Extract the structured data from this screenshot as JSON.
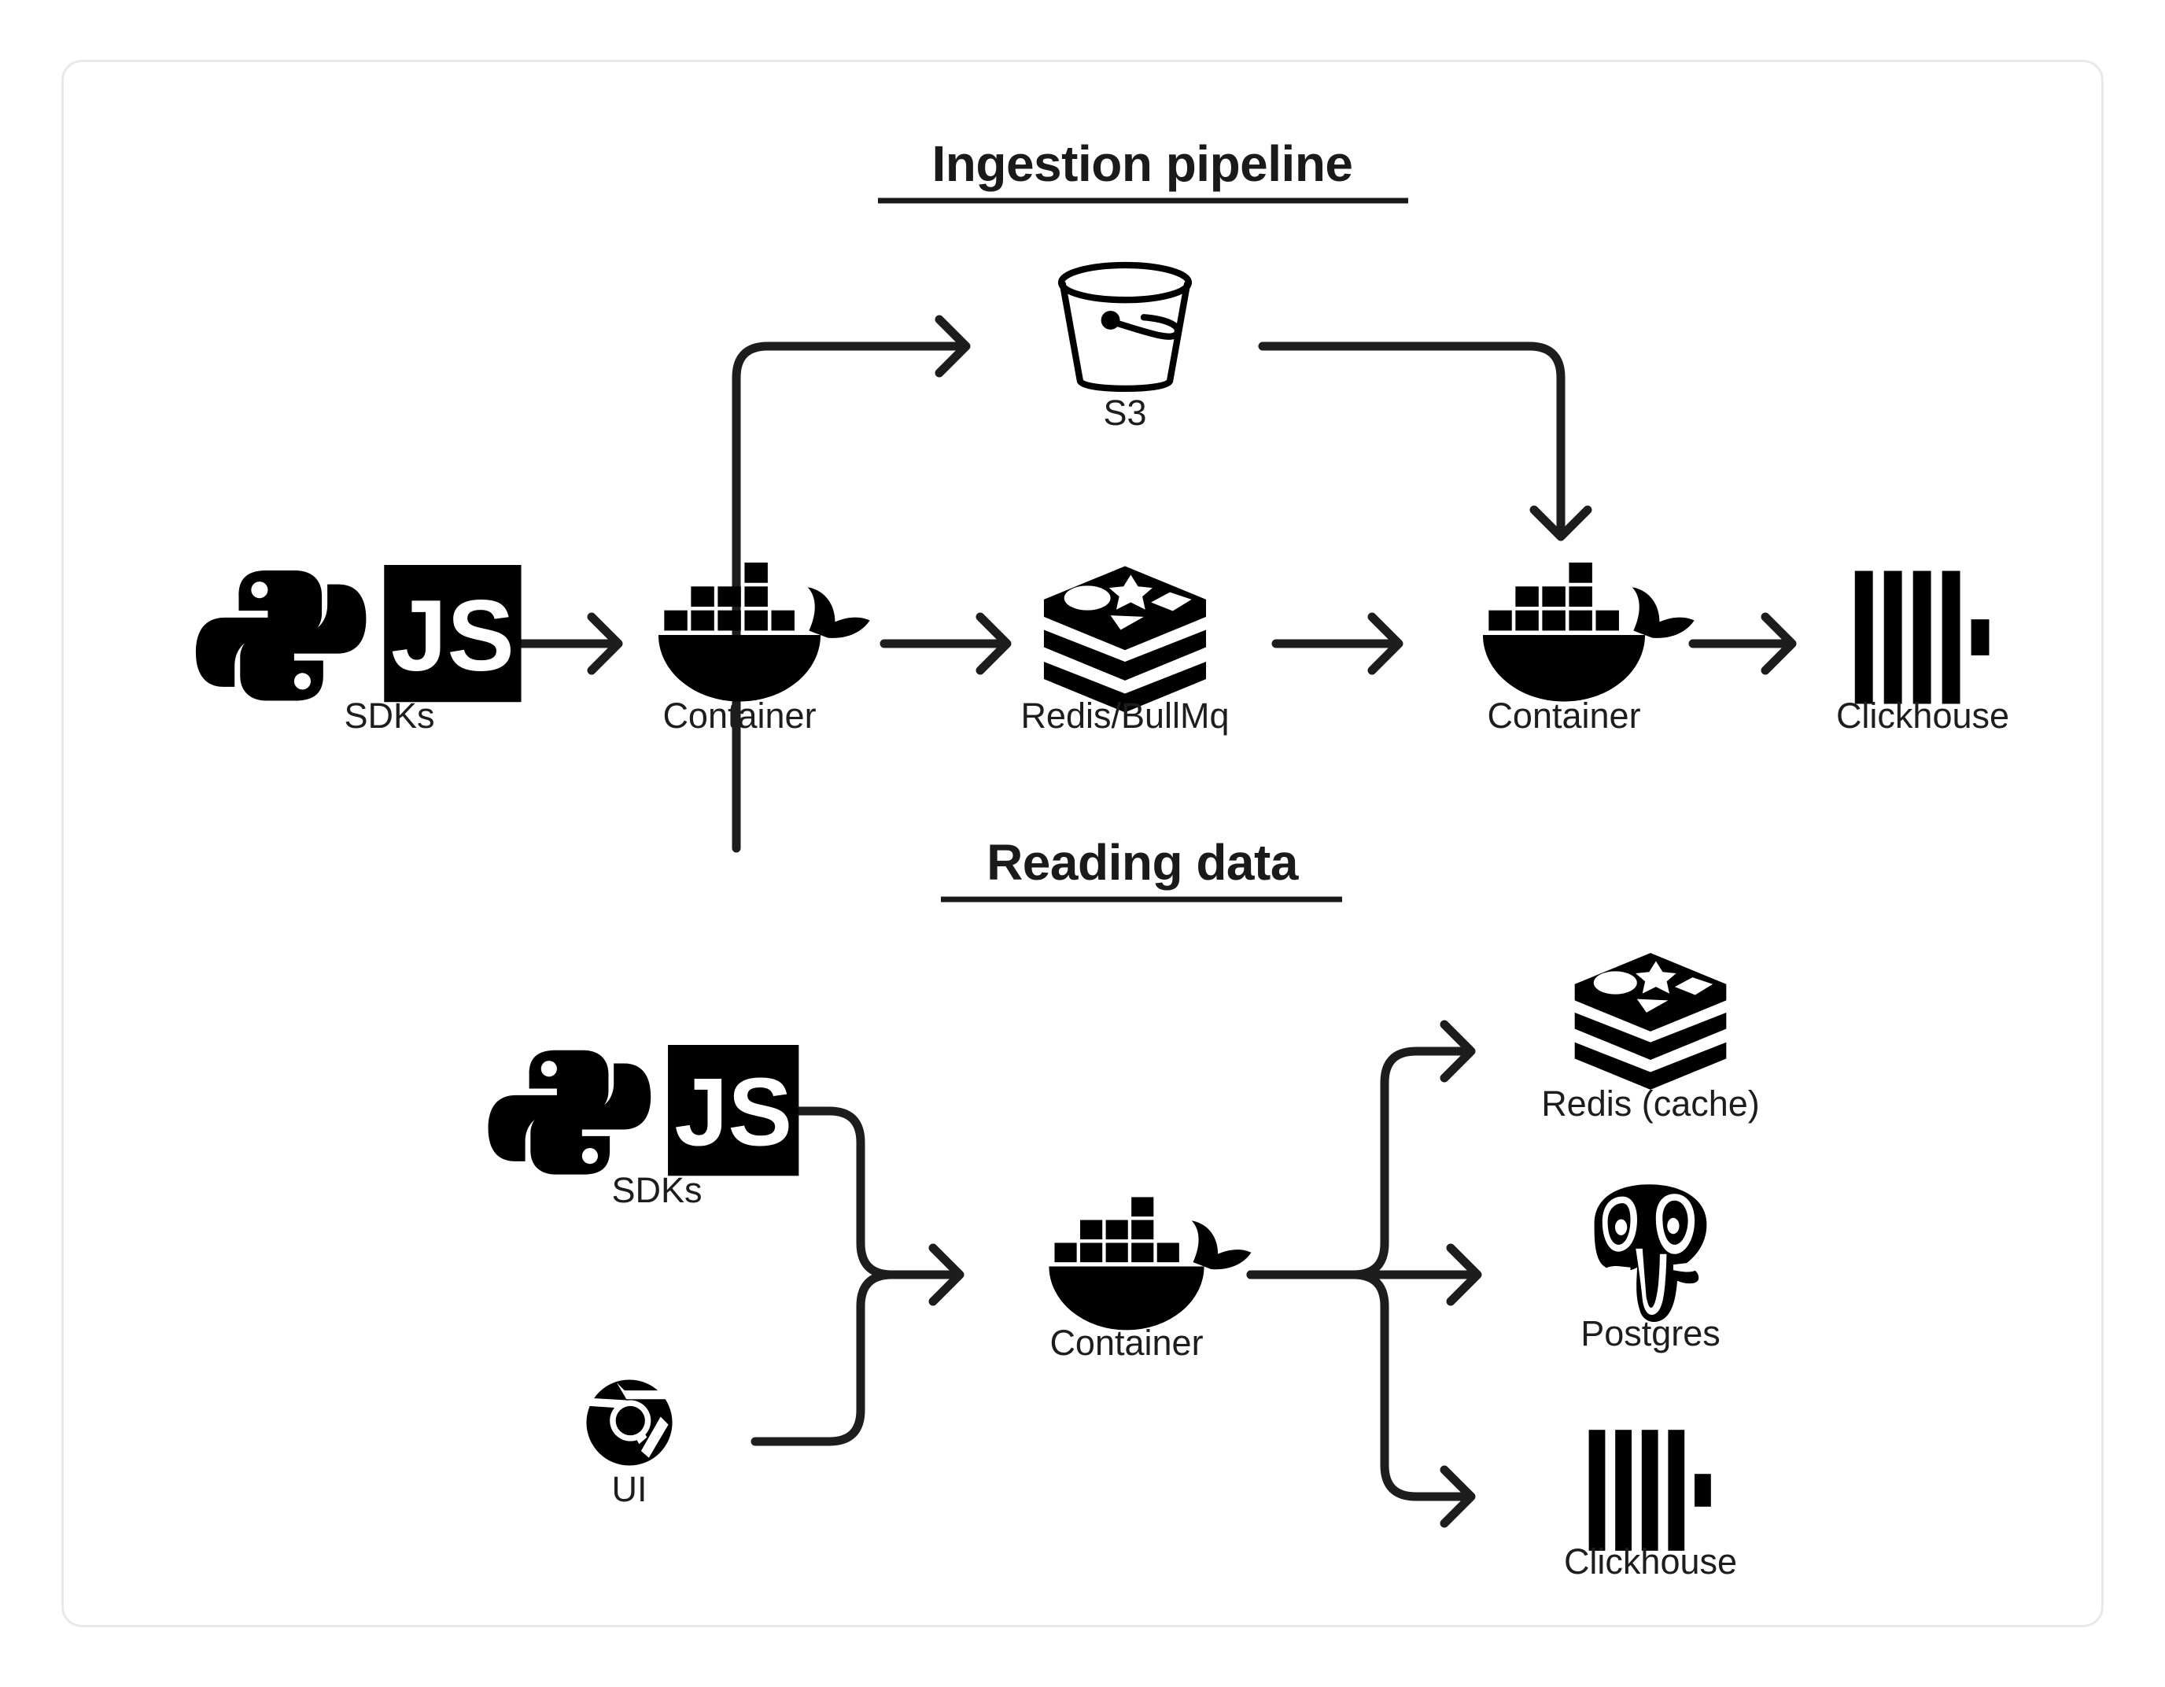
{
  "card": {
    "border_color": "#e8e8e8",
    "background": "#ffffff"
  },
  "ink_color": "#1a1a1a",
  "sections": [
    {
      "id": "ingestion",
      "title": "Ingestion pipeline",
      "nodes": [
        {
          "id": "sdks",
          "label": "SDKs",
          "icon": "python-js-icon"
        },
        {
          "id": "container-1",
          "label": "Container",
          "icon": "docker-whale-icon"
        },
        {
          "id": "s3",
          "label": "S3",
          "icon": "s3-bucket-icon"
        },
        {
          "id": "redis-bullmq",
          "label": "Redis/BullMq",
          "icon": "redis-stack-icon"
        },
        {
          "id": "container-2",
          "label": "Container",
          "icon": "docker-whale-icon"
        },
        {
          "id": "clickhouse",
          "label": "Clickhouse",
          "icon": "clickhouse-bars-icon"
        }
      ],
      "edges": [
        {
          "from": "sdks",
          "to": "container-1",
          "style": "straight"
        },
        {
          "from": "container-1",
          "to": "s3",
          "style": "up-then-right"
        },
        {
          "from": "container-1",
          "to": "redis-bullmq",
          "style": "straight"
        },
        {
          "from": "s3",
          "to": "container-2",
          "style": "right-then-down"
        },
        {
          "from": "redis-bullmq",
          "to": "container-2",
          "style": "straight"
        },
        {
          "from": "container-2",
          "to": "clickhouse",
          "style": "straight"
        }
      ]
    },
    {
      "id": "reading",
      "title": "Reading data",
      "nodes": [
        {
          "id": "sdks",
          "label": "SDKs",
          "icon": "python-js-icon"
        },
        {
          "id": "ui",
          "label": "UI",
          "icon": "chrome-icon"
        },
        {
          "id": "container",
          "label": "Container",
          "icon": "docker-whale-icon"
        },
        {
          "id": "redis-cache",
          "label": "Redis (cache)",
          "icon": "redis-stack-icon"
        },
        {
          "id": "postgres",
          "label": "Postgres",
          "icon": "postgres-elephant-icon"
        },
        {
          "id": "clickhouse",
          "label": "Clickhouse",
          "icon": "clickhouse-bars-icon"
        }
      ],
      "edges": [
        {
          "from": "sdks",
          "to": "container",
          "style": "merge-from-top"
        },
        {
          "from": "ui",
          "to": "container",
          "style": "merge-from-bottom"
        },
        {
          "from": "container",
          "to": "redis-cache",
          "style": "fan-up"
        },
        {
          "from": "container",
          "to": "postgres",
          "style": "fan-straight"
        },
        {
          "from": "container",
          "to": "clickhouse",
          "style": "fan-down"
        }
      ]
    }
  ]
}
